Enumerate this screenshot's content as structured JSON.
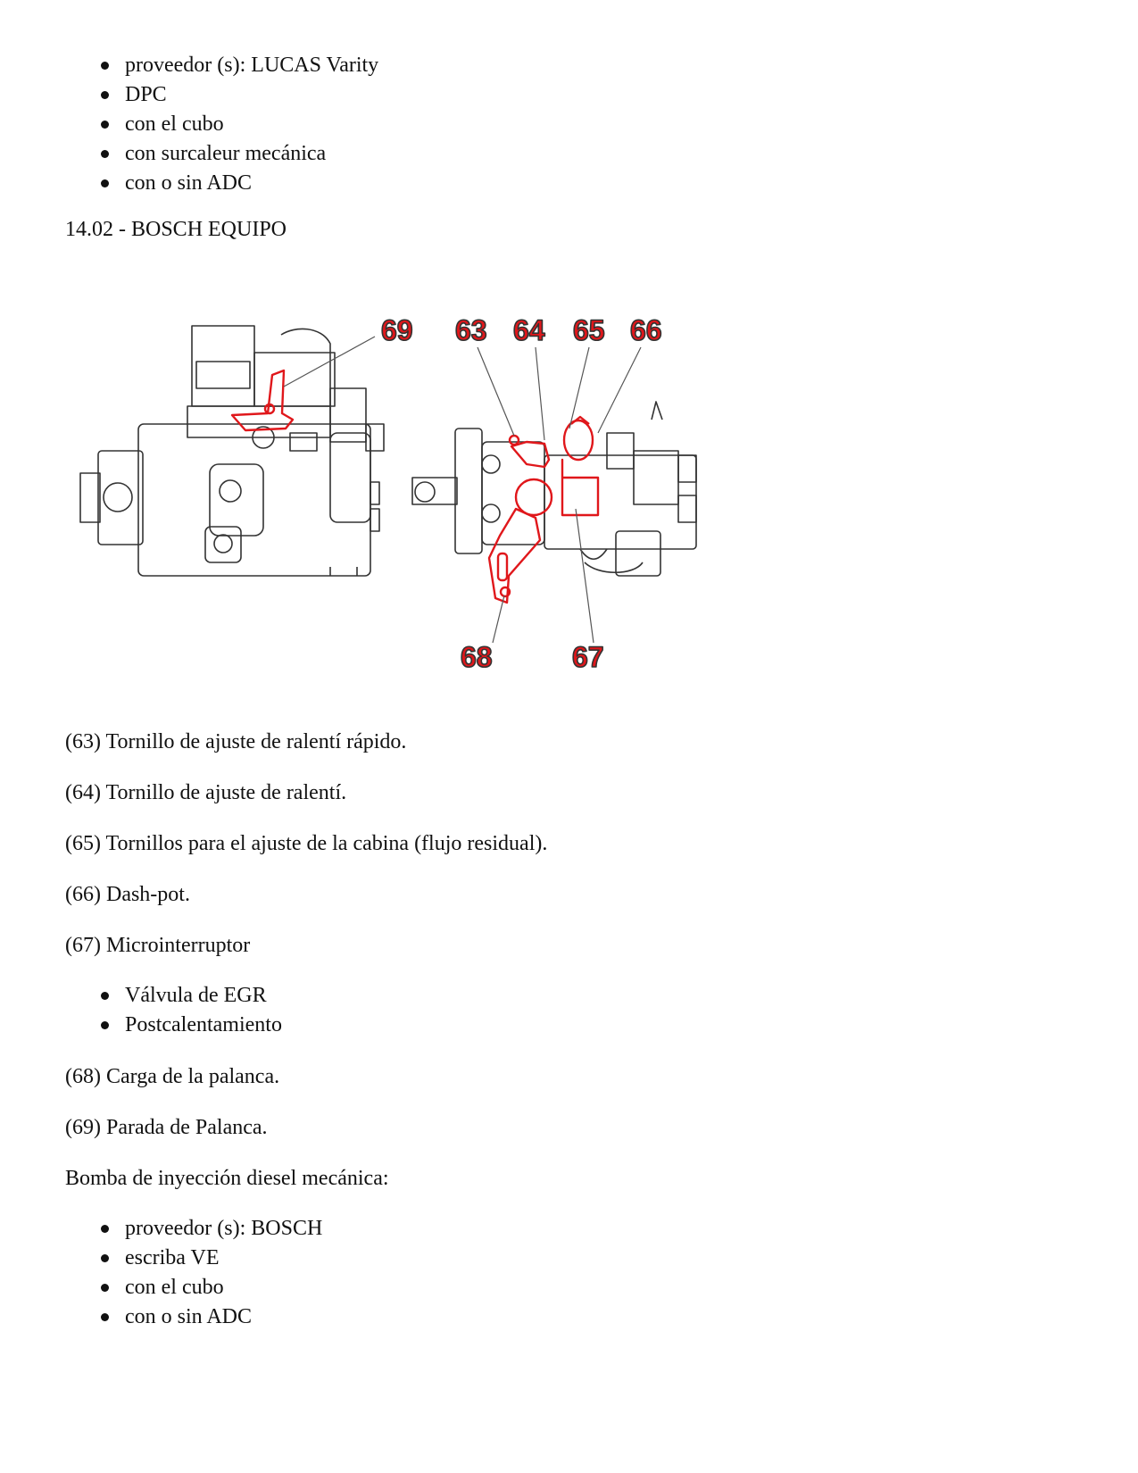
{
  "list1": [
    "proveedor (s): LUCAS Varity",
    "DPC",
    "con el cubo",
    "con surcaleur mecánica",
    "con o sin ADC"
  ],
  "section_title": "14.02 - BOSCH EQUIPO",
  "figure": {
    "callouts": [
      "69",
      "63",
      "64",
      "65",
      "66",
      "68",
      "67"
    ],
    "colors": {
      "highlight": "#e0171b",
      "line": "#333333"
    }
  },
  "descriptions": [
    "(63) Tornillo de ajuste de ralentí rápido.",
    "(64) Tornillo de ajuste de ralentí.",
    "(65) Tornillos para el ajuste de la cabina (flujo residual).",
    "(66) Dash-pot.",
    "(67) Microinterruptor"
  ],
  "list2": [
    "Válvula de EGR",
    "Postcalentamiento"
  ],
  "descriptions2": [
    "(68) Carga de la palanca.",
    "(69) Parada de Palanca."
  ],
  "intro2": "Bomba de inyección diesel mecánica:",
  "list3": [
    "proveedor (s): BOSCH",
    "escriba VE",
    "con el cubo",
    "con o sin ADC"
  ]
}
